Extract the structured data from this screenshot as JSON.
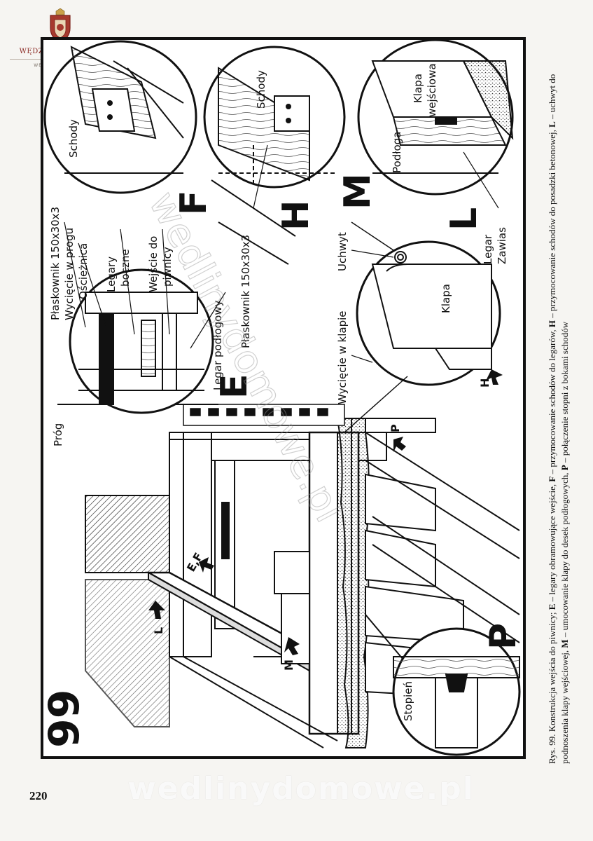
{
  "logo": {
    "name": "WĘDZARNICZA BRAĆ",
    "url": "WEDLINYDOMOWE.PL"
  },
  "figure": {
    "number": "99",
    "labels": {
      "schody_f": "Schody",
      "plaskownik_f": "Płaskownik 150x30x3",
      "wyciecie_w_progu": "Wycięcie w progu",
      "oscieznica": "Ościeżnica",
      "legary_boczne_1": "Legary",
      "legary_boczne_2": "boczne",
      "wejscie_do_1": "Wejście do",
      "wejscie_do_2": "piwnicy",
      "prog": "Próg",
      "legar_podlogowy": "Legar podłogowy",
      "plaskownik_h": "Płaskownik 150x30x3",
      "schody_h": "Schody",
      "wyciecie_w_klapie": "Wycięcie w klapie",
      "uchwyt": "Uchwyt",
      "klapa": "Klapa",
      "podloga": "Podłoga",
      "klapa_wejsciowa_1": "Klapa",
      "klapa_wejsciowa_2": "wejściowa",
      "legar_l": "Legar",
      "zawias": "Zawias",
      "stopien": "Stopień"
    },
    "letters": {
      "E": "E",
      "F": "F",
      "H": "H",
      "M": "M",
      "L": "L",
      "P": "P"
    },
    "arrows": {
      "ef": "E,F",
      "l": "L",
      "m": "M",
      "p": "P",
      "h": "H"
    },
    "watermark": "wedlinydomowe.pl"
  },
  "caption": {
    "lead": "Rys. 99. Konstrukcja wejścia do piwnicy;",
    "e_key": "E",
    "e_text": " – legary obramowujące wejście, ",
    "f_key": "F",
    "f_text": " – przymocowanie schodów do legarów, ",
    "h_key": "H",
    "h_text": " – przymocowanie schodów do posadzki betonowej, ",
    "l_key": "L",
    "l_text": " – uchwyt do podnoszenia klapy wejściowej, ",
    "m_key": "M",
    "m_text": " – umocowanie klapy do desek podłogowych, ",
    "p_key": "P",
    "p_text": " – połączenie stopni z bokami schodów"
  },
  "page_number": "220",
  "bottom_watermark": "wedlinydomowe.pl"
}
